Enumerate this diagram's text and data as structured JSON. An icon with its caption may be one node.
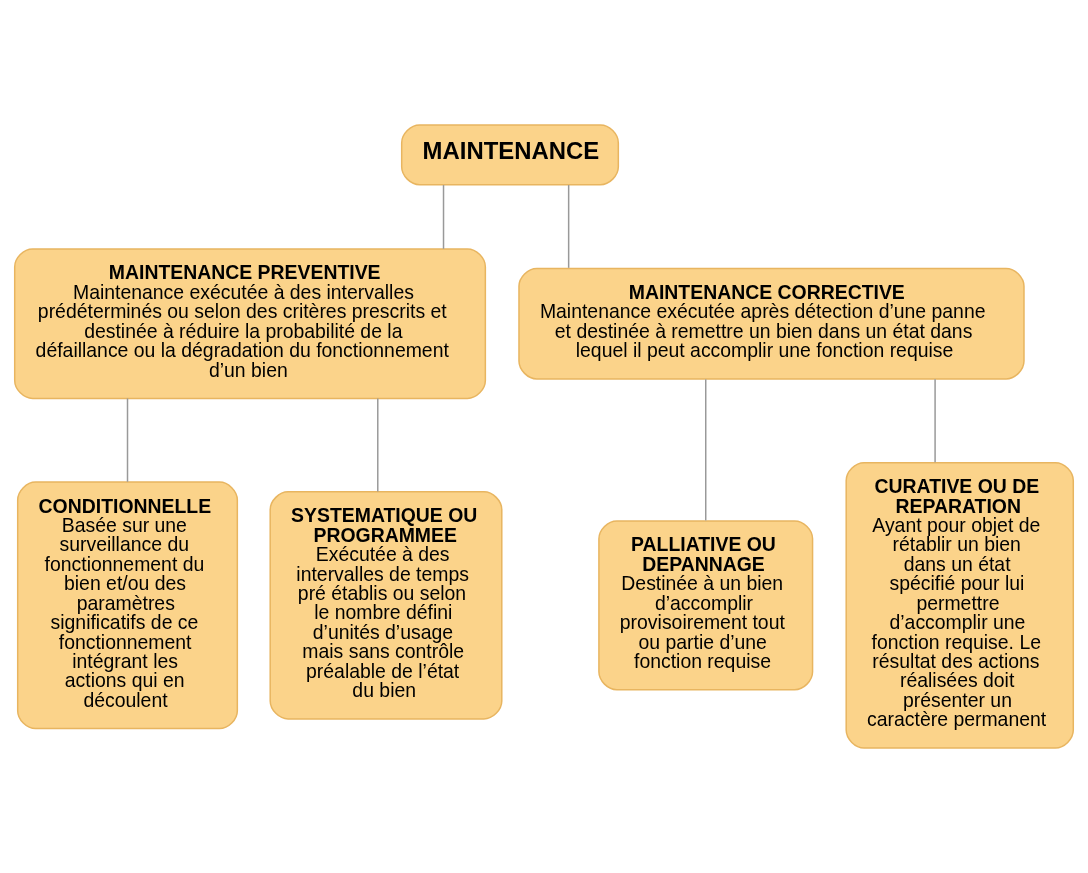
{
  "diagram": {
    "nodes": [
      {
        "text": [
          "MAINTENANCE"
        ]
      },
      {
        "text": [
          "MAINTENANCE PREVENTIVE",
          "Maintenance exécutée à des intervalles prédéterminés ou selon des critères prescrits et destinée à réduire la probabilité de la défaillance ou la dégradation du fonctionnement d’un bien"
        ]
      },
      {
        "text": [
          "MAINTENANCE CORRECTIVE",
          "Maintenance exécutée après détection d’une panne et destinée à remettre un bien dans un état dans lequel il peut accomplir une fonction requise"
        ]
      },
      {
        "text": [
          "CONDITIONNELLE",
          "Basée sur une surveillance du fonctionnement du bien et/ou des paramètres significatifs de ce fonctionnement intégrant les actions qui en découlent"
        ]
      },
      {
        "text": [
          "SYSTEMATIQUE OU PROGRAMMEE",
          "Exécutée à des intervalles de temps pré établis ou selon le nombre défini d’unités d’usage mais sans contrôle préalable de l’état du bien"
        ]
      },
      {
        "text": [
          "PALLIATIVE OU DEPANNAGE",
          "Destinée à un bien d’accomplir provisoirement tout ou partie d’une fonction requise"
        ]
      },
      {
        "text": [
          "CURATIVE OU DE REPARATION",
          "Ayant pour objet de rétablir un bien dans un état spécifié pour lui permettre d’accomplir une fonction requise. Le résultat des actions réalisées doit présenter un caractère permanent"
        ]
      }
    ],
    "edges": [
      {
        "from": 0,
        "to": 1,
        "arrow": "none"
      },
      {
        "from": 0,
        "to": 2,
        "arrow": "none"
      },
      {
        "from": 1,
        "to": 3,
        "arrow": "none"
      },
      {
        "from": 1,
        "to": 4,
        "arrow": "none"
      },
      {
        "from": 2,
        "to": 5,
        "arrow": "none"
      },
      {
        "from": 2,
        "to": 6,
        "arrow": "none"
      }
    ]
  }
}
